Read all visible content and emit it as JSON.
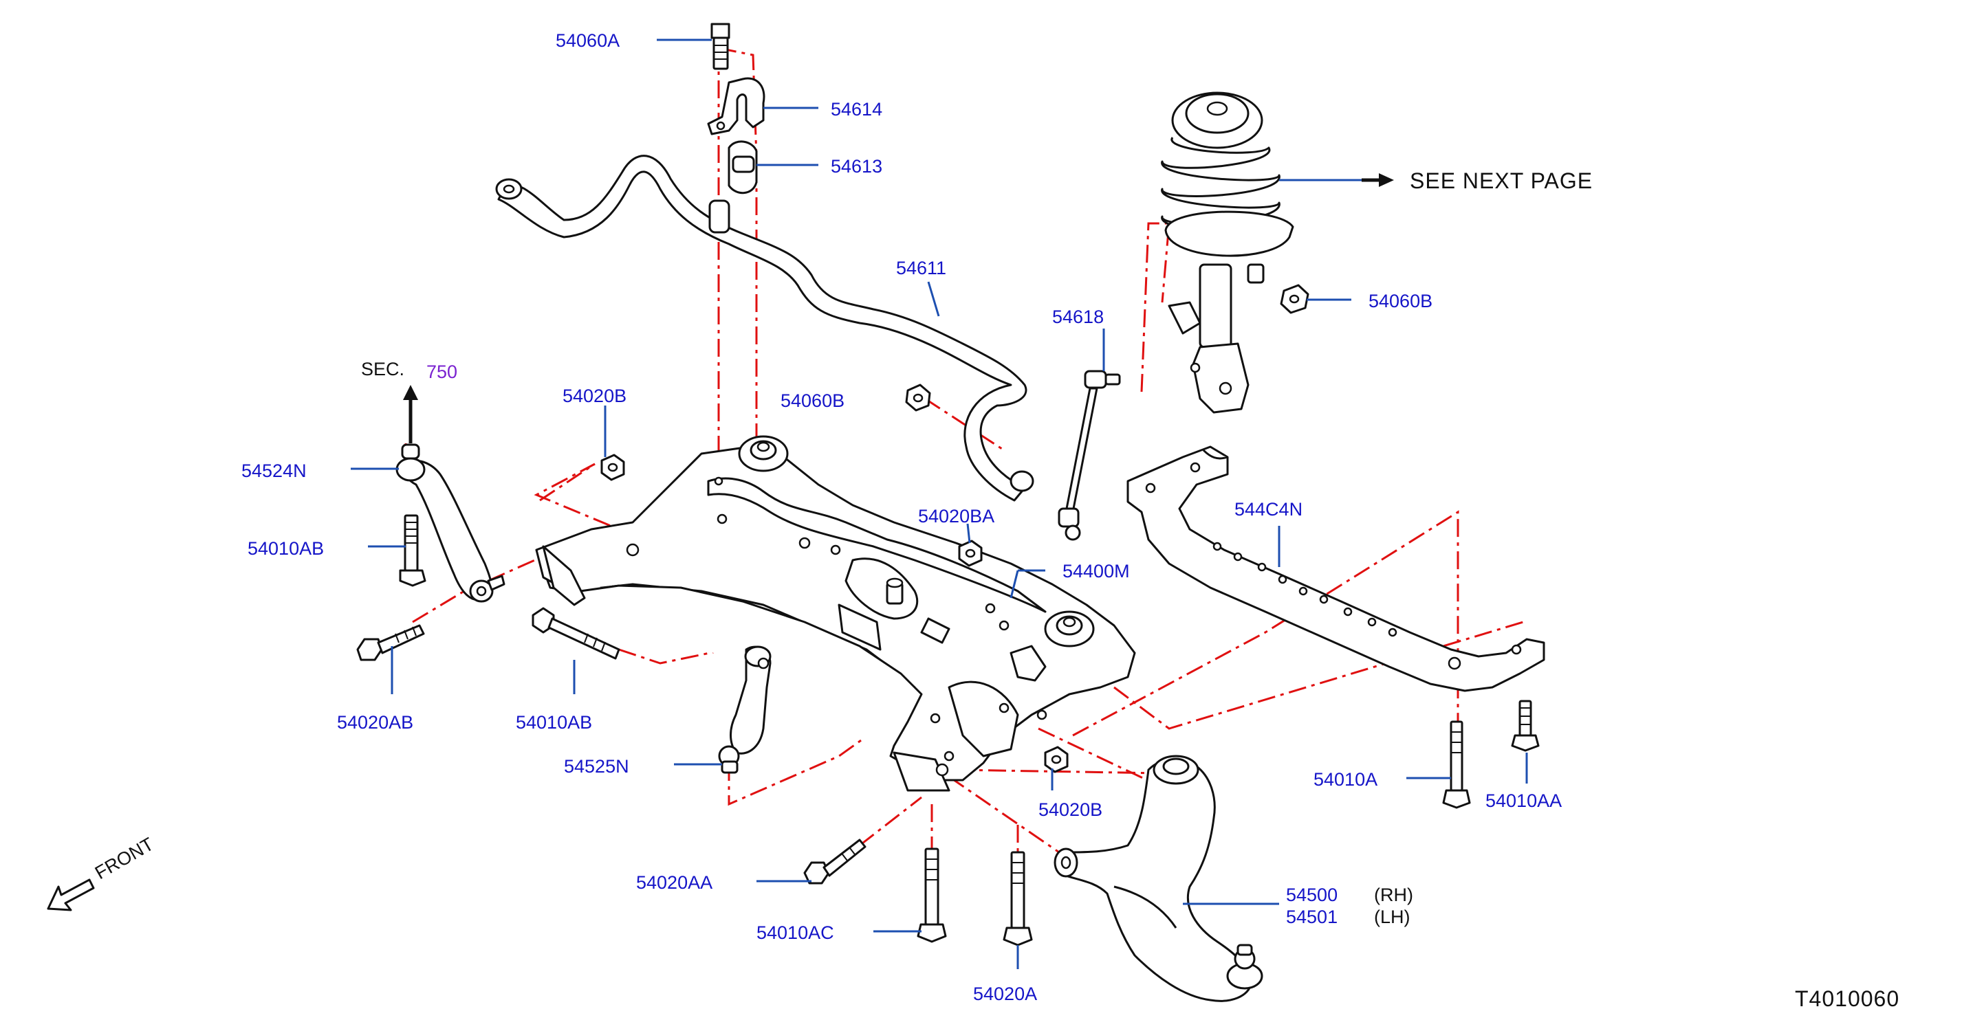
{
  "diagram": {
    "drawing_number": "T4010060",
    "front_label": "FRONT",
    "see_next_page": "SEE   NEXT   PAGE",
    "sec_ref": {
      "prefix": "SEC.",
      "number": "750"
    },
    "side_notes": {
      "rh": "(RH)",
      "lh": "(LH)"
    },
    "callouts": {
      "c54060A": "54060A",
      "c54614": "54614",
      "c54613": "54613",
      "c54611": "54611",
      "c54618": "54618",
      "c54060B_top": "54060B",
      "c54060B_mid": "54060B",
      "c54020B_top": "54020B",
      "c54524N": "54524N",
      "c54010AB_left": "54010AB",
      "c54020AB": "54020AB",
      "c54010AB_mid": "54010AB",
      "c54525N": "54525N",
      "c54020BA": "54020BA",
      "c54400M": "54400M",
      "c544C4N": "544C4N",
      "c54010A": "54010A",
      "c54010AA": "54010AA",
      "c54020B_bot": "54020B",
      "c54020AA": "54020AA",
      "c54010AC": "54010AC",
      "c54020A": "54020A",
      "c54500": "54500",
      "c54501": "54501"
    }
  }
}
